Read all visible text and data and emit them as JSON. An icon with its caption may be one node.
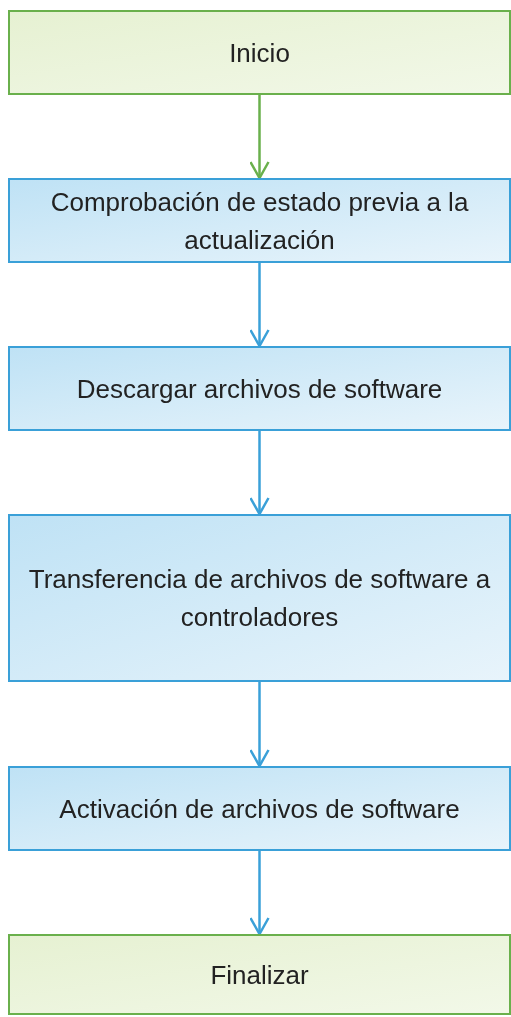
{
  "diagram": {
    "nodes": [
      {
        "text": [
          "Inicio"
        ]
      },
      {
        "text": [
          "Comprobación de estado previa a la actualización"
        ]
      },
      {
        "text": [
          "Descargar archivos de software"
        ]
      },
      {
        "text": [
          "Transferencia de archivos de software a controladores"
        ]
      },
      {
        "text": [
          "Activación de archivos de software"
        ]
      },
      {
        "text": [
          "Finalizar"
        ]
      }
    ],
    "edges": [
      {
        "from": 0,
        "to": 1,
        "arrow": "to",
        "color": "#6ab04c"
      },
      {
        "from": 1,
        "to": 2,
        "arrow": "to"
      },
      {
        "from": 2,
        "to": 3,
        "arrow": "to"
      },
      {
        "from": 3,
        "to": 4,
        "arrow": "to"
      },
      {
        "from": 4,
        "to": 5,
        "arrow": "to"
      }
    ]
  }
}
